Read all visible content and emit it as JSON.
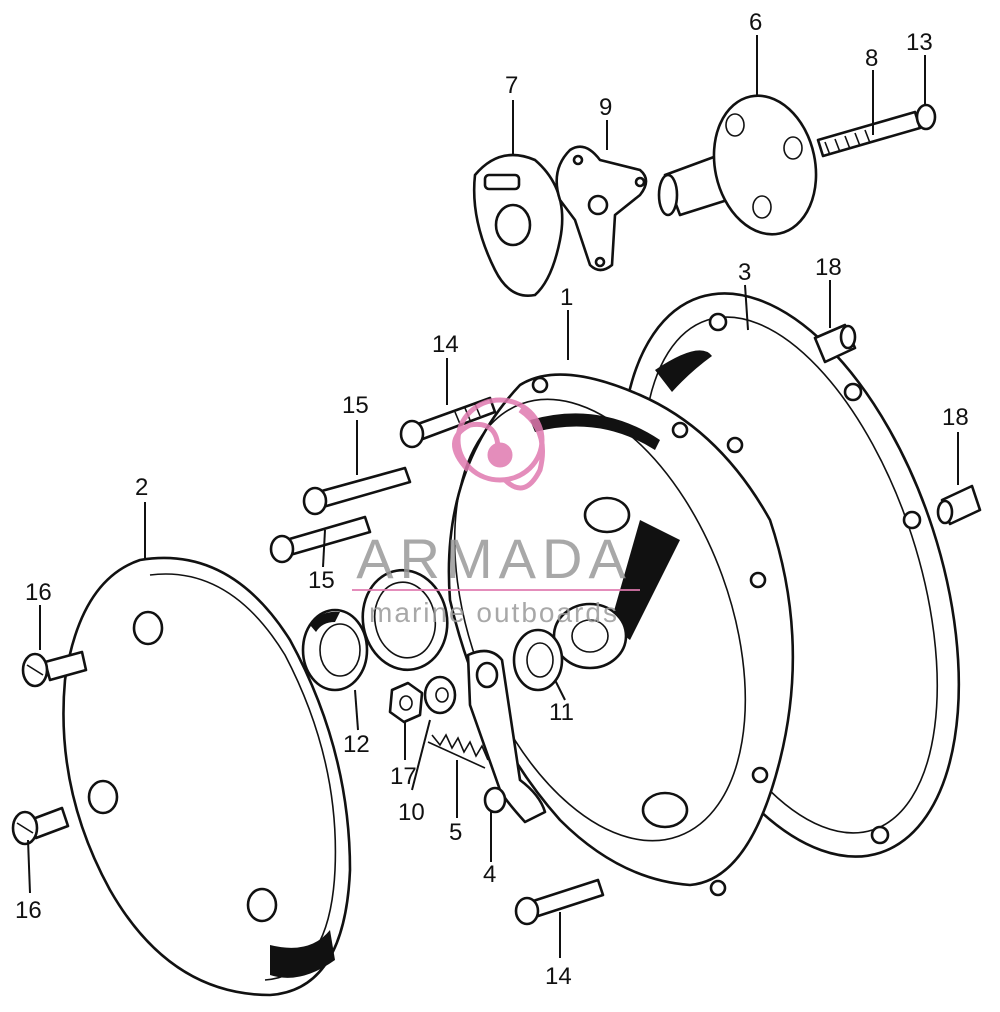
{
  "callouts": {
    "n1": "1",
    "n2": "2",
    "n3": "3",
    "n4": "4",
    "n5": "5",
    "n6": "6",
    "n7": "7",
    "n8": "8",
    "n9": "9",
    "n10": "10",
    "n11": "11",
    "n12": "12",
    "n13": "13",
    "n14_top": "14",
    "n14_bottom": "14",
    "n15_top": "15",
    "n15_mid": "15",
    "n16_top": "16",
    "n16_bottom": "16",
    "n17": "17",
    "n18_top": "18",
    "n18_right": "18"
  },
  "watermark": {
    "brand": "ARMADA",
    "tagline": "marine outboards",
    "logo_color": "#e07ab0",
    "text_color": "#9a9a9a"
  },
  "line_color": "#111111",
  "background": "#ffffff"
}
